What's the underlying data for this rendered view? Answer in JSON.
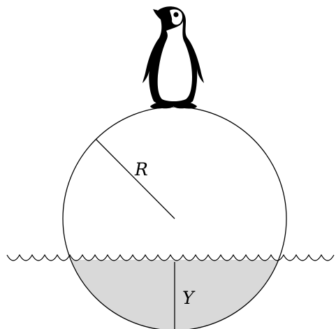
{
  "figure": {
    "labels": {
      "radius": "R",
      "depth": "Y"
    },
    "colors": {
      "stroke": "#000000",
      "submerged_fill": "#d9d9d9",
      "background": "#ffffff",
      "penguin_body": "#000000",
      "penguin_belly": "#ffffff"
    },
    "icons": {
      "top": "penguin-icon",
      "water": "wave-line"
    }
  }
}
